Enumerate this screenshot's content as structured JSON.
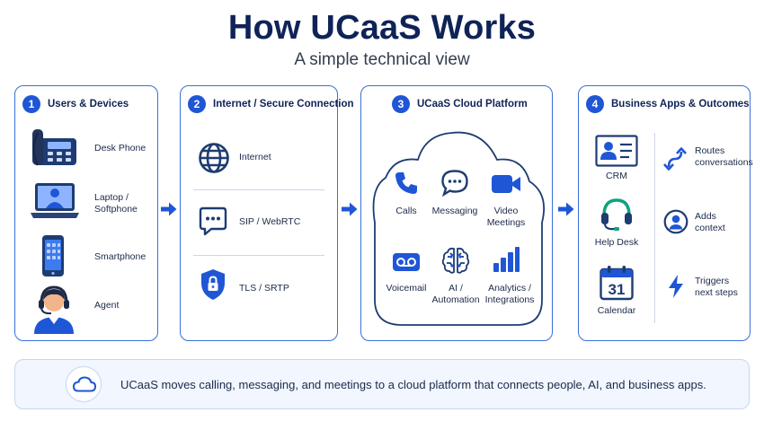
{
  "header": {
    "title": "How UCaaS Works",
    "subtitle": "A simple technical view"
  },
  "panels": [
    {
      "number": "1",
      "title": "Users & Devices",
      "items": [
        {
          "label": "Desk Phone",
          "icon": "desk-phone-icon"
        },
        {
          "label": "Laptop /\nSoftphone",
          "icon": "laptop-icon"
        },
        {
          "label": "Smartphone",
          "icon": "smartphone-icon"
        },
        {
          "label": "Agent",
          "icon": "agent-headset-icon"
        }
      ]
    },
    {
      "number": "2",
      "title": "Internet / Secure Connection",
      "items": [
        {
          "label": "Internet",
          "icon": "globe-icon"
        },
        {
          "label": "SIP / WebRTC",
          "icon": "chat-bubble-icon"
        },
        {
          "label": "TLS / SRTP",
          "icon": "shield-lock-icon"
        }
      ]
    },
    {
      "number": "3",
      "title": "UCaaS Cloud Platform",
      "items": [
        {
          "label": "Calls",
          "icon": "phone-icon"
        },
        {
          "label": "Messaging",
          "icon": "message-icon"
        },
        {
          "label": "Video\nMeetings",
          "icon": "video-icon"
        },
        {
          "label": "Voicemail",
          "icon": "voicemail-icon"
        },
        {
          "label": "AI /\nAutomation",
          "icon": "ai-brain-icon"
        },
        {
          "label": "Analytics /\nIntegrations",
          "icon": "bar-chart-icon"
        }
      ]
    },
    {
      "number": "4",
      "title": "Business Apps & Outcomes",
      "apps": [
        {
          "label": "CRM",
          "icon": "crm-card-icon"
        },
        {
          "label": "Help Desk",
          "icon": "headset-icon"
        },
        {
          "label": "Calendar",
          "icon": "calendar-icon",
          "day": "31"
        }
      ],
      "outcomes": [
        {
          "label": "Routes\nconversations",
          "icon": "route-arrows-icon"
        },
        {
          "label": "Adds\ncontext",
          "icon": "user-circle-icon"
        },
        {
          "label": "Triggers\nnext steps",
          "icon": "lightning-icon"
        }
      ]
    }
  ],
  "footer": {
    "icon": "cloud-icon",
    "text": "UCaaS moves calling, messaging, and meetings to a cloud platform that connects people, AI, and business apps."
  },
  "colors": {
    "primary": "#1f56d6",
    "navy": "#0f2357",
    "border": "#3a6fd8",
    "teal": "#0fa37f",
    "skin": "#f2b48a"
  }
}
